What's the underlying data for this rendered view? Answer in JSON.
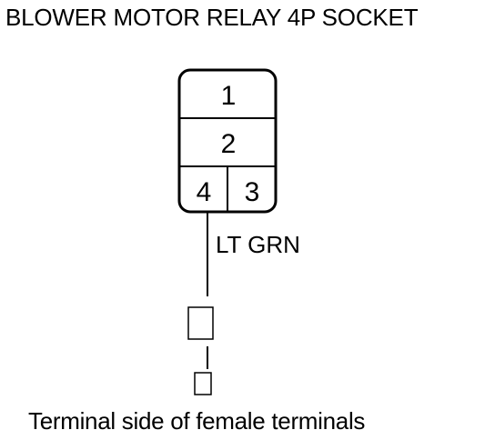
{
  "title": "BLOWER MOTOR RELAY 4P SOCKET",
  "connector": {
    "pins": [
      {
        "label": "1"
      },
      {
        "label": "2"
      },
      {
        "label": "4"
      },
      {
        "label": "3"
      }
    ]
  },
  "wire": {
    "color_label": "LT GRN"
  },
  "caption": "Terminal side of female terminals"
}
